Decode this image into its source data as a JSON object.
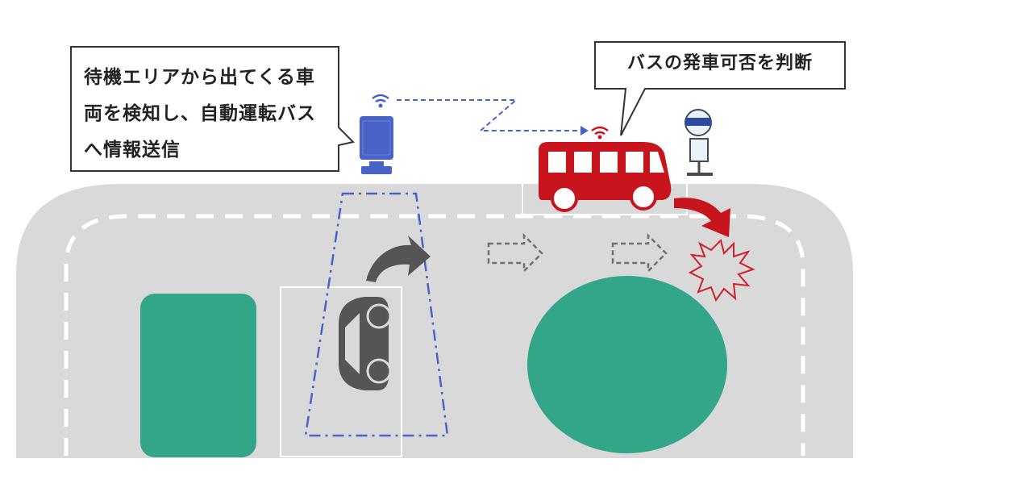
{
  "callouts": {
    "sensor": {
      "lines": [
        "待機エリアから出てくる車",
        "両を検知し、自動運転バス",
        "へ情報送信"
      ]
    },
    "bus": {
      "text": "バスの発車可否を判断"
    }
  },
  "icons": {
    "sensor": "roadside-sensor-icon",
    "bus": "bus-icon",
    "bus_stop": "bus-stop-icon",
    "car": "car-icon",
    "collision": "collision-icon"
  },
  "colors": {
    "road": "#d9d9d9",
    "lane_marking": "#ffffff",
    "island": "#33a68a",
    "sensor": "#4a63c8",
    "detection_zone": "#4a63c8",
    "bus": "#c8141c",
    "warning_arrow": "#c8141c",
    "collision": "#d0202a",
    "car": "#555555",
    "flow_arrow": "#707070"
  }
}
